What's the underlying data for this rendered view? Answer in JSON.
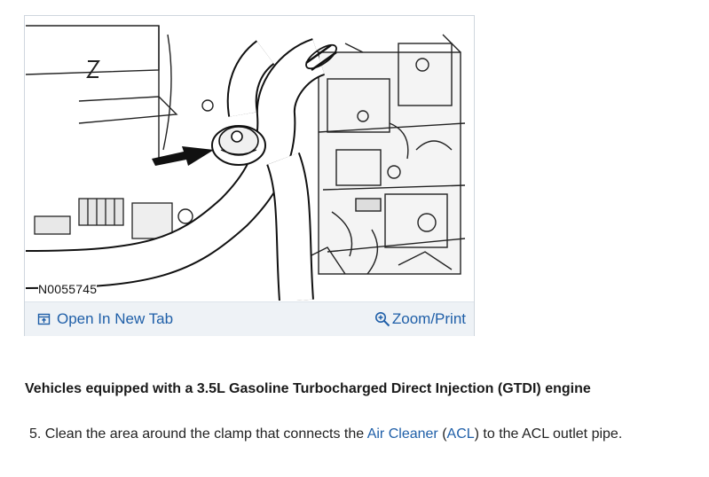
{
  "figure": {
    "id_label": "N0055745",
    "open_tab_label": "Open In New Tab",
    "zoom_label": "Zoom/Print"
  },
  "content": {
    "heading": "Vehicles equipped with a 3.5L Gasoline Turbocharged Direct Injection (GTDI) engine",
    "step": {
      "number": "5.",
      "text_before": "Clean the area around the clamp that connects the",
      "link_air_cleaner": "Air Cleaner",
      "paren_open": "(",
      "link_acl": "ACL",
      "text_after": ") to the ACL outlet pipe."
    }
  },
  "colors": {
    "link": "#1f5fa8",
    "toolbar_bg": "#eef2f6"
  },
  "icons": {
    "open_tab": "open-new-tab-icon",
    "zoom": "zoom-magnifier-icon",
    "arrow": "pointer-arrow-icon"
  }
}
